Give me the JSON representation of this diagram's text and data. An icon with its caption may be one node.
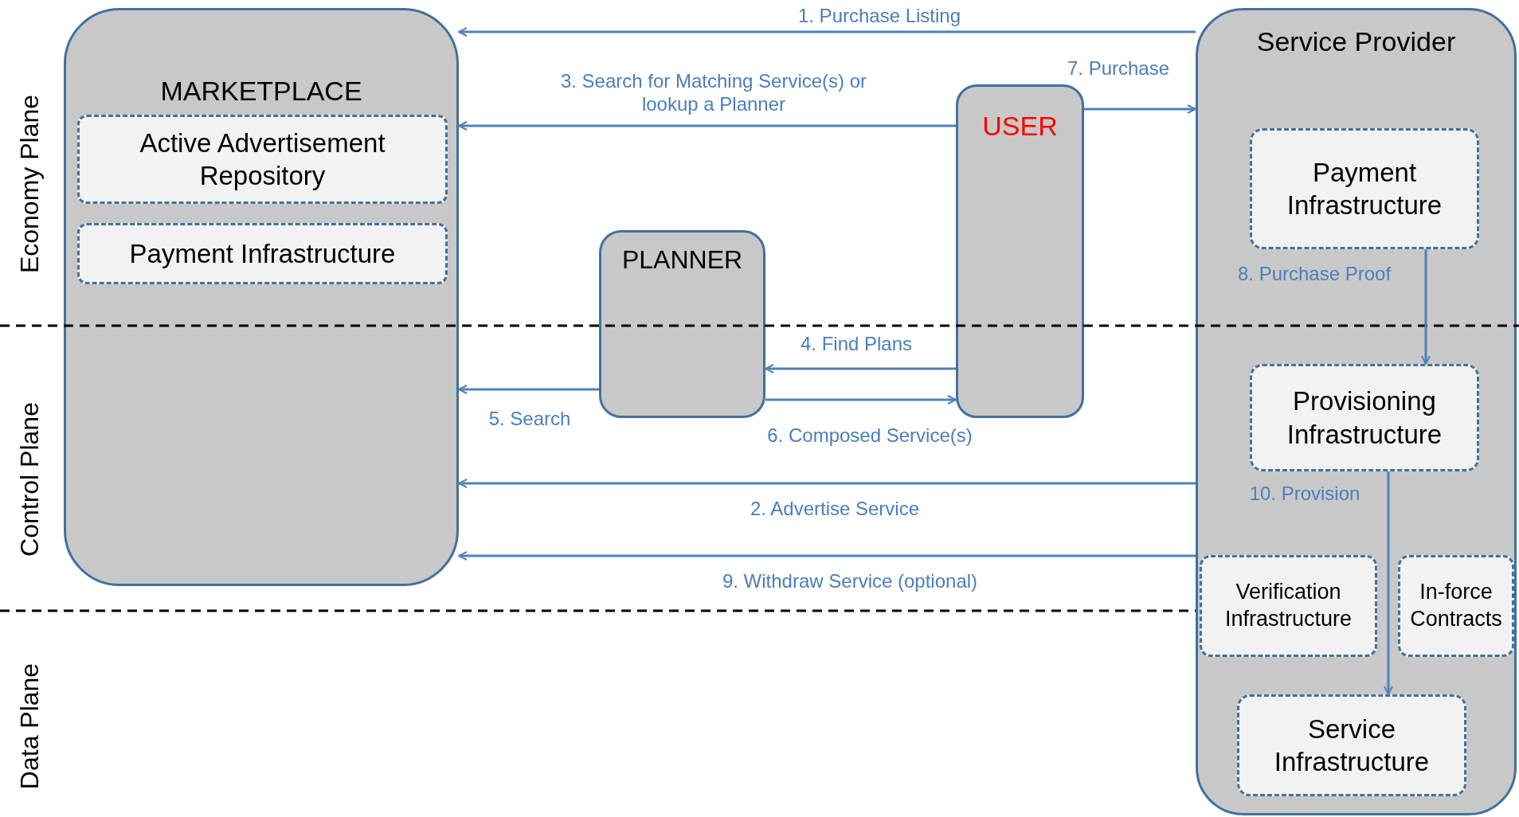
{
  "diagram": {
    "nodes": [
      {
        "text": [
          "MARKETPLACE"
        ]
      },
      {
        "text": [
          "Active Advertisement Repository"
        ],
        "in": 0
      },
      {
        "text": [
          "Payment Infrastructure"
        ],
        "in": 0
      },
      {
        "text": [
          "PLANNER"
        ]
      },
      {
        "text": [
          "USER"
        ]
      },
      {
        "text": [
          "Service Provider"
        ]
      },
      {
        "text": [
          "Payment Infrastructure"
        ],
        "in": 5
      },
      {
        "text": [
          "Provisioning Infrastructure"
        ],
        "in": 5
      },
      {
        "text": [
          "Verification Infrastructure"
        ],
        "in": 5
      },
      {
        "text": [
          "In-force Contracts"
        ],
        "in": 5
      },
      {
        "text": [
          "Service Infrastructure"
        ],
        "in": 5
      }
    ],
    "edges": [
      {
        "from": 5,
        "to": 0,
        "arrow": "to",
        "label": "1. Purchase Listing"
      },
      {
        "from": 5,
        "to": 0,
        "arrow": "to",
        "label": "2. Advertise Service"
      },
      {
        "from": 4,
        "to": 0,
        "arrow": "to",
        "label": "3. Search for Matching Service(s) or lookup a Planner"
      },
      {
        "from": 4,
        "to": 3,
        "arrow": "to",
        "label": "4. Find Plans"
      },
      {
        "from": 3,
        "to": 0,
        "arrow": "to",
        "label": "5. Search"
      },
      {
        "from": 3,
        "to": 4,
        "arrow": "to",
        "label": "6. Composed Service(s)"
      },
      {
        "from": 4,
        "to": 5,
        "arrow": "to",
        "label": "7. Purchase"
      },
      {
        "from": 6,
        "to": 7,
        "arrow": "to",
        "label": "8. Purchase Proof"
      },
      {
        "from": 5,
        "to": 0,
        "arrow": "to",
        "label": "9. Withdraw Service (optional)"
      },
      {
        "from": 7,
        "to": 10,
        "arrow": "to",
        "label": "10. Provision"
      }
    ],
    "labels": [
      "Economy Plane",
      "Control Plane",
      "Data Plane"
    ]
  }
}
